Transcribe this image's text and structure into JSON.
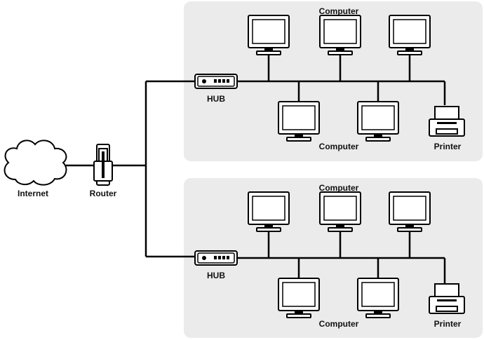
{
  "labels": {
    "internet": "Internet",
    "router": "Router",
    "lan1": {
      "hub": "HUB",
      "computers_top": "Computer",
      "computers_bottom": "Computer",
      "printer": "Printer"
    },
    "lan2": {
      "hub": "HUB",
      "computers_top": "Computer",
      "computers_bottom": "Computer",
      "printer": "Printer"
    }
  },
  "colors": {
    "panel": "#ebebeb",
    "line": "#000000",
    "device_fill": "#ffffff"
  }
}
